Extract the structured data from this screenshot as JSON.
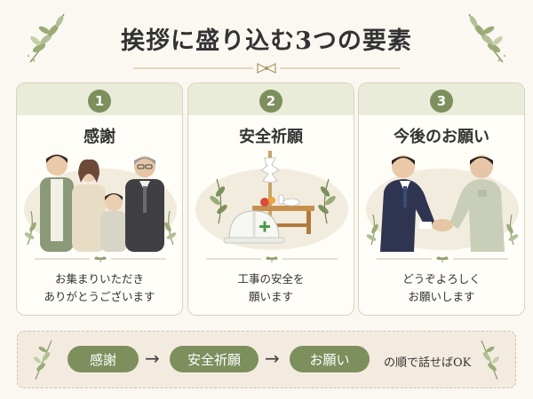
{
  "title": "挨拶に盛り込む3つの要素",
  "cards": [
    {
      "number": "1",
      "title": "感謝",
      "description_line1": "お集まりいただき",
      "description_line2": "ありがとうございます",
      "illustration": "family-illustration"
    },
    {
      "number": "2",
      "title": "安全祈願",
      "description_line1": "工事の安全を",
      "description_line2": "願います",
      "illustration": "shrine-altar-helmet-illustration"
    },
    {
      "number": "3",
      "title": "今後のお願い",
      "description_line1": "どうぞよろしく",
      "description_line2": "お願いします",
      "illustration": "handshake-illustration"
    }
  ],
  "flow": {
    "steps": [
      "感謝",
      "安全祈願",
      "お願い"
    ],
    "arrow": "→",
    "suffix": "の順で話せばOK"
  },
  "colors": {
    "accent_green": "#7d8f5d",
    "card_header": "#e9ecd9",
    "background": "#fbf8f1",
    "flow_background": "#f4ebe0"
  }
}
